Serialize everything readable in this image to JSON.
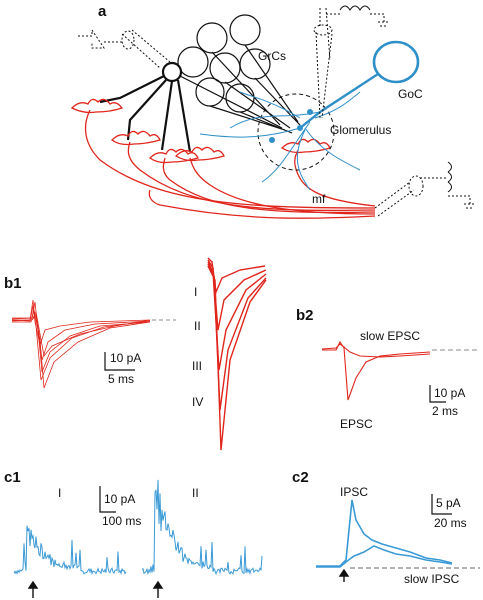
{
  "panels": {
    "a": "a",
    "b1": "b1",
    "b2": "b2",
    "c1": "c1",
    "c2": "c2"
  },
  "schematic": {
    "grc_label": "GrCs",
    "goc_label": "GoC",
    "glomerulus_label": "Glomerulus",
    "mf_label": "mf"
  },
  "b1": {
    "traces": [
      "I",
      "II",
      "III",
      "IV"
    ],
    "scale_y": "10 pA",
    "scale_x": "5 ms"
  },
  "b2": {
    "slow_label": "slow EPSC",
    "epsc_label": "EPSC",
    "scale_y": "10 pA",
    "scale_x": "2 ms"
  },
  "c1": {
    "trace_i": "I",
    "trace_ii": "II",
    "scale_y": "10 pA",
    "scale_x": "100 ms"
  },
  "c2": {
    "ipsc_label": "IPSC",
    "slow_label": "slow IPSC",
    "scale_y": "5 pA",
    "scale_x": "20 ms"
  },
  "colors": {
    "mossy_fiber": "#e0261c",
    "golgi": "#2f8fc9",
    "grc": "#111111",
    "blue_trace": "#3a9ad6"
  }
}
